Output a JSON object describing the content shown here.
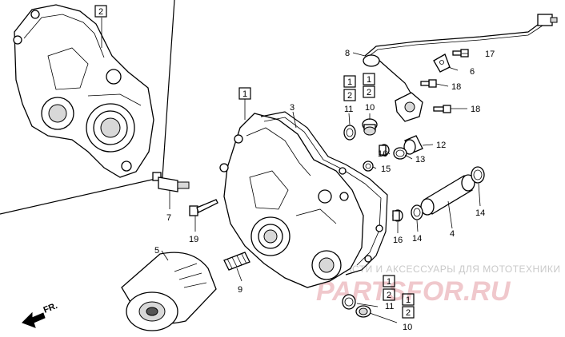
{
  "callouts": {
    "c1_main": "1",
    "c2_inset": "2",
    "c3": "3",
    "c4": "4",
    "c5": "5",
    "c6": "6",
    "c7": "7",
    "c8": "8",
    "c9": "9",
    "c10_top": "10",
    "c10_bottom": "10",
    "c11_top": "11",
    "c11_bottom": "11",
    "c12": "12",
    "c13": "13",
    "c14_a": "14",
    "c14_b": "14",
    "c15": "15",
    "c16_a": "16",
    "c16_b": "16",
    "c17": "17",
    "c18_a": "18",
    "c18_b": "18",
    "c19": "19",
    "box1_a": "1",
    "box2_a": "2",
    "box1_b": "1",
    "box2_b": "2",
    "box1_c": "1",
    "box2_c": "2",
    "box1_d": "1",
    "box2_d": "2"
  },
  "direction": {
    "label": "FR."
  },
  "watermark": {
    "line1": "ЗАПЧАСТИ И АКСЕССУАРЫ ДЛЯ МОТОТЕХНИКИ",
    "line2": "PARTSFOR.RU"
  }
}
